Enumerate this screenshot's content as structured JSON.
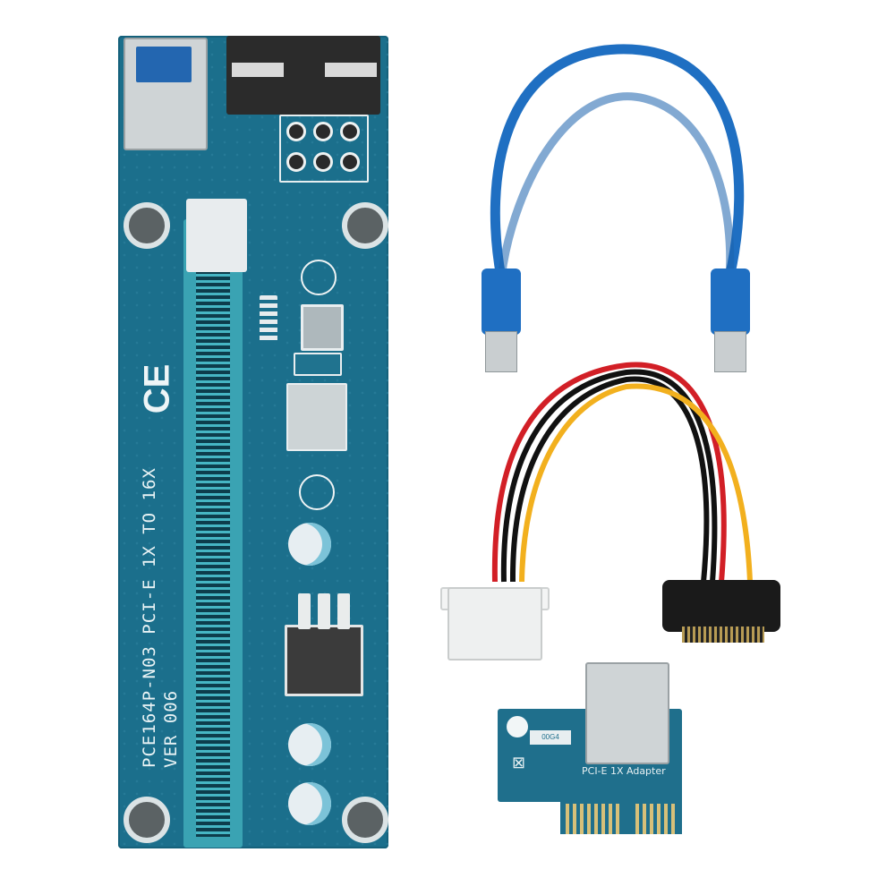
{
  "scene": {
    "description": "Product photo of a PCI-E 1X to 16X riser card kit on white background",
    "background_color": "#ffffff"
  },
  "riser_board": {
    "silkscreen_model": "PCE164P-N03  PCI-E 1X TO 16X",
    "silkscreen_version": "VER 006",
    "ce_mark": "CE",
    "board_color": "#1b6f8c",
    "slot_color": "#3aa3b3",
    "components": [
      "usb-3.0-port",
      "6-pin-power-header",
      "pcie-x16-slot",
      "voltage-regulator",
      "capacitors",
      "mounting-holes"
    ]
  },
  "usb_cable": {
    "color": "#1f6fc2",
    "connectors": [
      "USB 3.0 A male",
      "USB 3.0 A male"
    ]
  },
  "power_cable": {
    "connectors": [
      "Molex 4-pin",
      "SATA 15-pin"
    ],
    "wire_colors": [
      "#d21f26",
      "#111111",
      "#111111",
      "#f2b01e"
    ]
  },
  "adapter_card": {
    "label_text": "PCI-E 1X Adapter",
    "sticker_text": "00G4",
    "recycle_mark": "⊠"
  }
}
